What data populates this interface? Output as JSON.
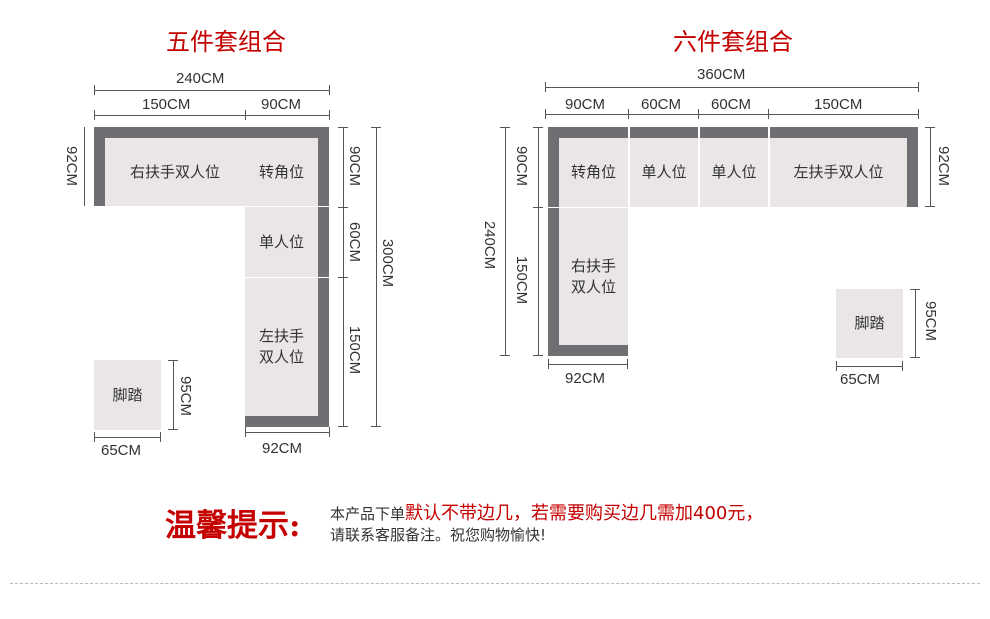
{
  "left_set": {
    "title": "五件套组合",
    "dims": {
      "total_width": "240CM",
      "w150": "150CM",
      "w90": "90CM",
      "h92": "92CM",
      "h90": "90CM",
      "h60": "60CM",
      "h150": "150CM",
      "total_height": "300CM",
      "bottom92": "92CM",
      "ottoman_h": "95CM",
      "ottoman_w": "65CM"
    },
    "seats": {
      "right_arm_double": "右扶手双人位",
      "corner": "转角位",
      "single": "单人位",
      "left_arm_double_1": "左扶手",
      "left_arm_double_2": "双人位",
      "ottoman": "脚踏"
    }
  },
  "right_set": {
    "title": "六件套组合",
    "dims": {
      "total_width": "360CM",
      "w90": "90CM",
      "w60a": "60CM",
      "w60b": "60CM",
      "w150": "150CM",
      "h90": "90CM",
      "h150": "150CM",
      "total_height": "240CM",
      "right92": "92CM",
      "bottom92": "92CM",
      "ottoman_h": "95CM",
      "ottoman_w": "65CM"
    },
    "seats": {
      "corner": "转角位",
      "single_a": "单人位",
      "single_b": "单人位",
      "left_arm_double": "左扶手双人位",
      "right_arm_double_1": "右扶手",
      "right_arm_double_2": "双人位",
      "ottoman": "脚踏"
    }
  },
  "tip": {
    "title": "温馨提示:",
    "line1_prefix": "本产品下单",
    "line1_highlight": "默认不带边几，若需要购买边几需加400元，",
    "line2": "请联系客服备注。祝您购物愉快!"
  },
  "colors": {
    "title_red": "#c40000",
    "frame_gray": "#6f6f73",
    "cushion": "#e9e6e5"
  }
}
